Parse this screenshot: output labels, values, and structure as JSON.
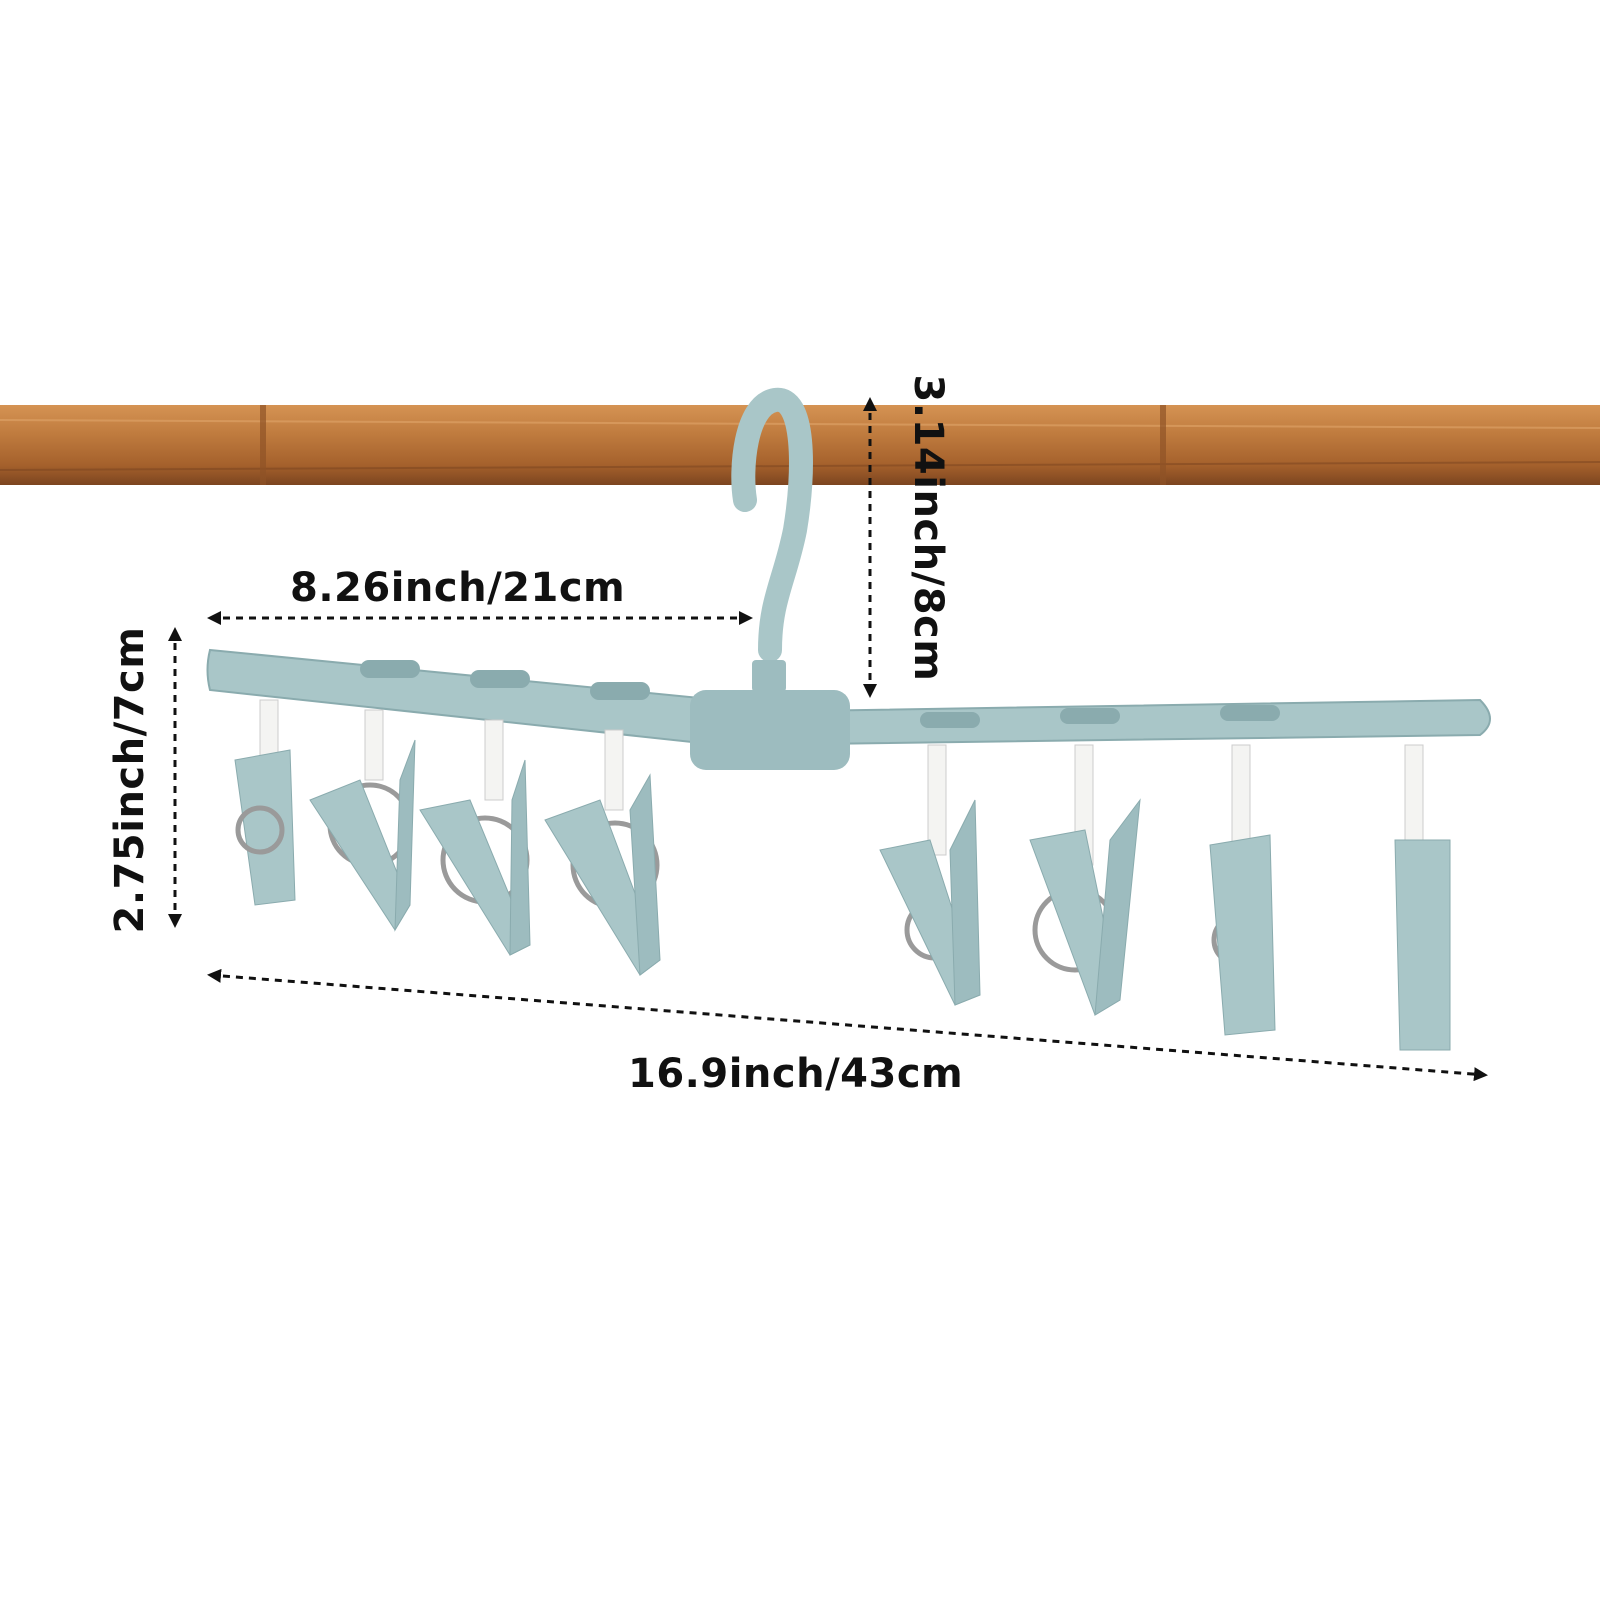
{
  "dimensions": {
    "top_width": "8.26inch/21cm",
    "total_width": "16.9inch/43cm",
    "clip_height": "2.75inch/7cm",
    "hook_height": "3.14inch/8cm"
  },
  "colors": {
    "pole": "#b9743a",
    "pole_dark": "#8f5226",
    "hanger": "#a9c6c8",
    "hanger_dark": "#8aabae",
    "chain": "#f4f4f2",
    "ring": "#9a9a9a",
    "arrow": "#111111"
  }
}
